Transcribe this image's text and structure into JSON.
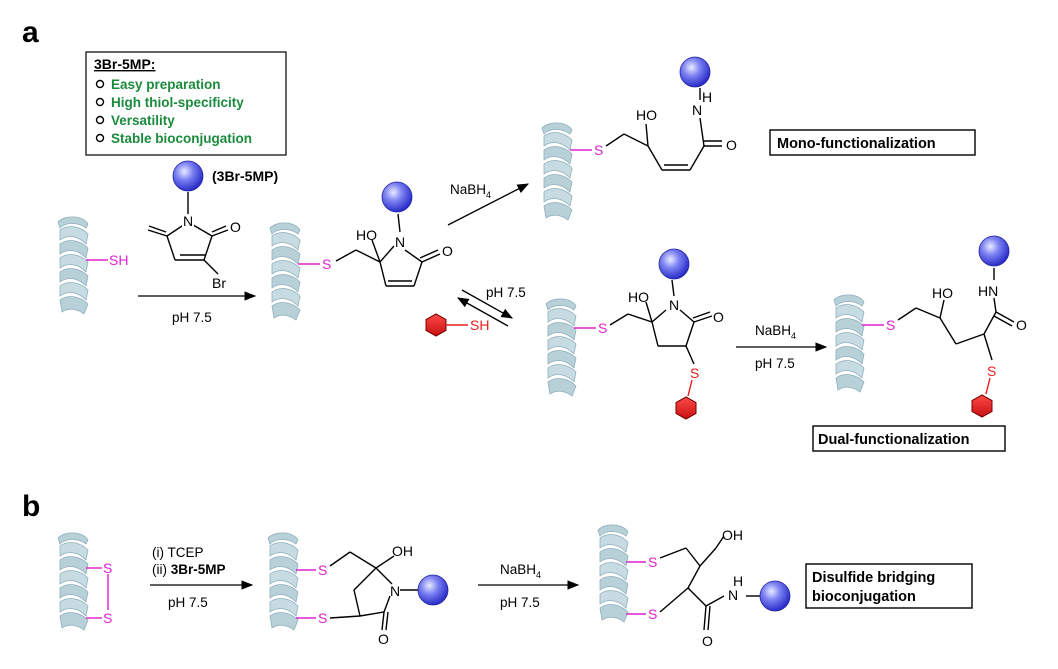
{
  "panel_a": {
    "label": "a",
    "features_box": {
      "title": "3Br-5MP:",
      "items": [
        "Easy preparation",
        "High thiol-specificity",
        "Versatility",
        "Stable bioconjugation"
      ]
    },
    "reagent_label": "(3Br-5MP)",
    "arrow1_condition": "pH 7.5",
    "arrow_nabh4_label": "NaBH",
    "arrow_nabh4_sub": "4",
    "equilibrium_condition": "pH 7.5",
    "arrow3_label": "NaBH",
    "arrow3_sub": "4",
    "arrow3_condition": "pH 7.5",
    "mono_label": "Mono-functionalization",
    "dual_label": "Dual-functionalization",
    "atoms": {
      "S": "S",
      "SH": "SH",
      "HO": "HO",
      "OH": "OH",
      "N": "N",
      "O": "O",
      "Br": "Br",
      "HN": "HN",
      "H": "H"
    }
  },
  "panel_b": {
    "label": "b",
    "step1_line1": "(i) TCEP",
    "step1_line2_prefix": "(ii) ",
    "step1_line2_bold": "3Br-5MP",
    "step1_condition": "pH 7.5",
    "step2_label": "NaBH",
    "step2_sub": "4",
    "step2_condition": "pH 7.5",
    "result_line1": "Disulfide bridging",
    "result_line2": "bioconjugation"
  },
  "colors": {
    "thiol_magenta": "#e020d0",
    "feature_green": "#1a8a3c",
    "helix": "#b8d0d8",
    "sphere_blue": "#5a5ee8",
    "hexagon_red": "#e82020"
  }
}
